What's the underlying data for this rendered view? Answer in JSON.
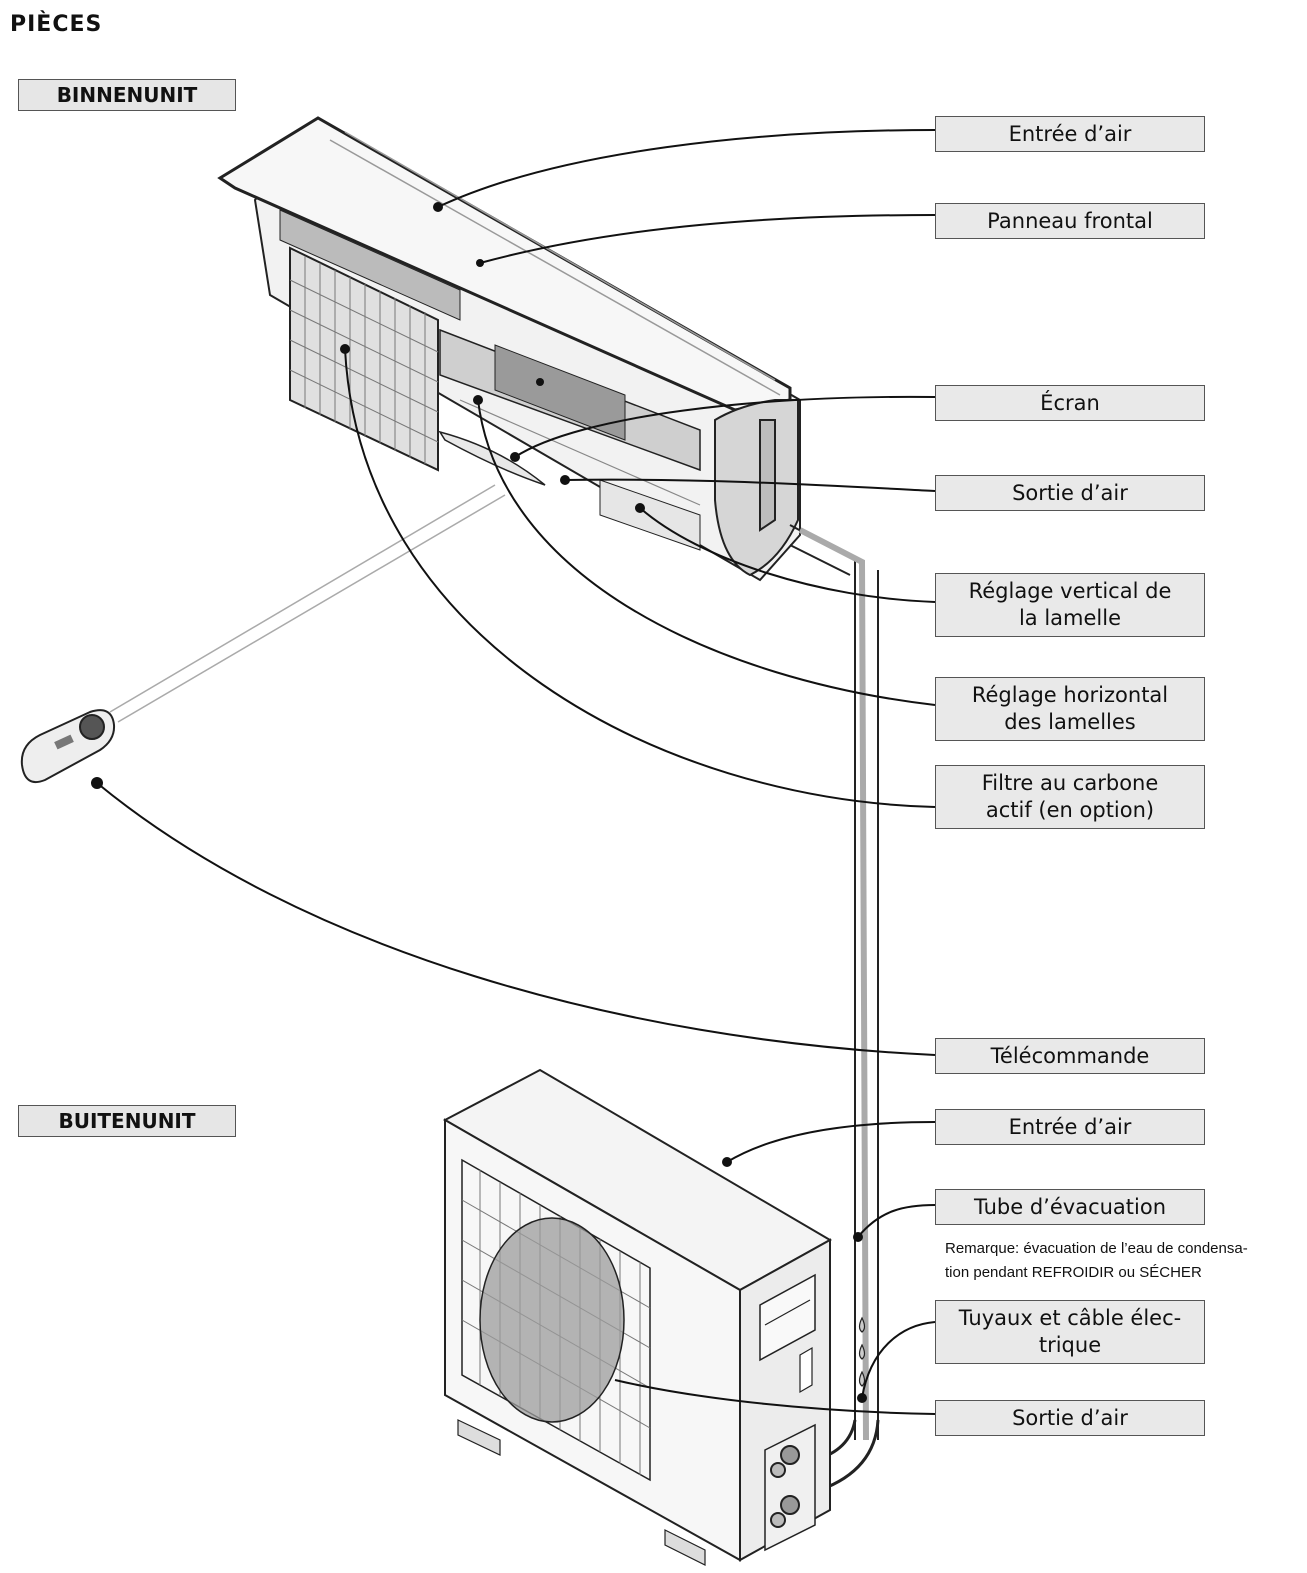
{
  "title": "PIÈCES",
  "sections": {
    "indoor": "BINNENUNIT",
    "outdoor": "BUITENUNIT"
  },
  "labels": {
    "air_inlet_indoor": "Entrée d’air",
    "front_panel": "Panneau frontal",
    "display": "Écran",
    "air_outlet_indoor": "Sortie d’air",
    "vertical_louver_line1": "Réglage vertical de",
    "vertical_louver_line2": "la lamelle",
    "horizontal_louver_line1": "Réglage horizontal",
    "horizontal_louver_line2": "des lamelles",
    "carbon_filter_line1": "Filtre au carbone",
    "carbon_filter_line2": "actif (en option)",
    "remote_control": "Télécommande",
    "air_inlet_outdoor": "Entrée d’air",
    "drain_tube": "Tube d’évacuation",
    "pipes_cable_line1": "Tuyaux et câble élec-",
    "pipes_cable_line2": "trique",
    "air_outlet_outdoor": "Sortie d’air"
  },
  "note": {
    "line1": "Remarque: évacuation de l’eau de condensa-",
    "line2": "tion pendant REFROIDIR ou SÉCHER"
  }
}
